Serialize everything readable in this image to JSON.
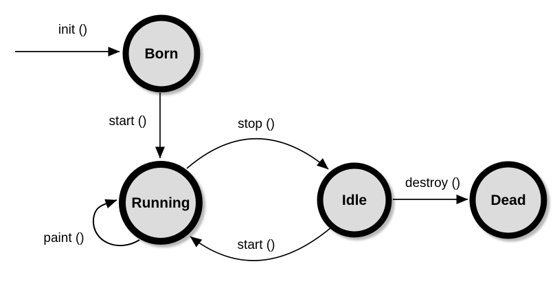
{
  "colors": {
    "background": "#ffffff",
    "state_fill": "#dcdcdc",
    "state_border": "#000000",
    "edge_stroke": "#000000",
    "label_text": "#000000",
    "shadow": "#b0b0b0"
  },
  "states": [
    {
      "id": "born",
      "label": "Born"
    },
    {
      "id": "running",
      "label": "Running"
    },
    {
      "id": "idle",
      "label": "Idle"
    },
    {
      "id": "dead",
      "label": "Dead"
    }
  ],
  "transitions": [
    {
      "id": "init",
      "label": "init ()",
      "from": "start-point",
      "to": "born"
    },
    {
      "id": "start-born-running",
      "label": "start ()",
      "from": "born",
      "to": "running"
    },
    {
      "id": "stop",
      "label": "stop ()",
      "from": "running",
      "to": "idle"
    },
    {
      "id": "start-idle-running",
      "label": "start ()",
      "from": "idle",
      "to": "running"
    },
    {
      "id": "paint",
      "label": "paint ()",
      "from": "running",
      "to": "running"
    },
    {
      "id": "destroy",
      "label": "destroy ()",
      "from": "idle",
      "to": "dead"
    }
  ]
}
